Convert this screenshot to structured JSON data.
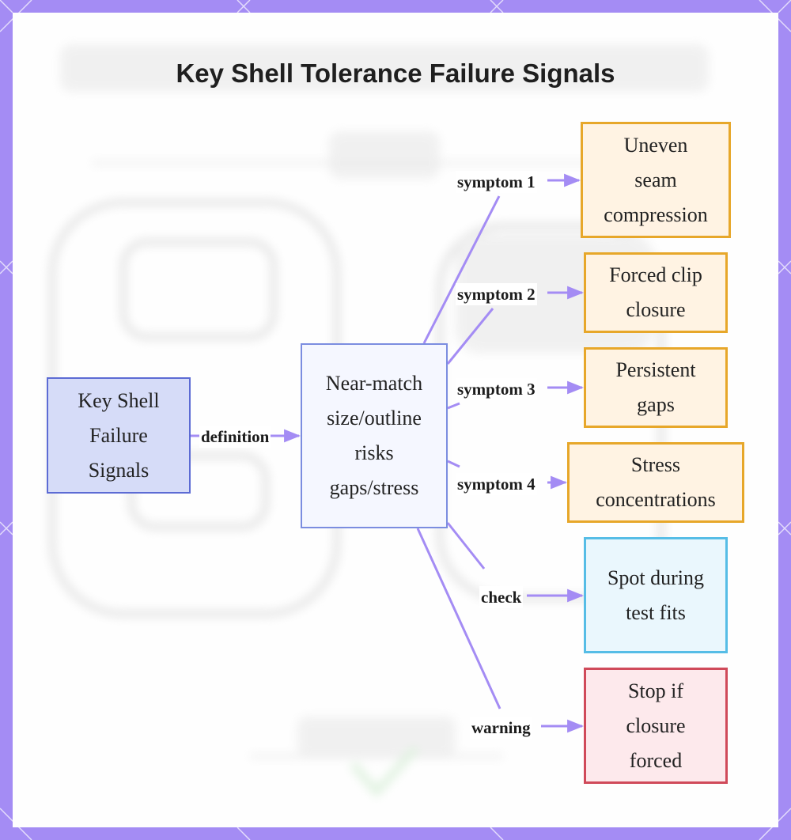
{
  "diagram": {
    "title": "Key Shell Tolerance Failure Signals",
    "colors": {
      "frame": "#a48cf4",
      "edge": "#a48cf4",
      "root_fill": "#d6dcf8",
      "root_border": "#5c6bd4",
      "symptom_fill": "#fff3e3",
      "symptom_border": "#e7a72a",
      "check_fill": "#eaf7fd",
      "check_border": "#56bde6",
      "warning_fill": "#fde9ec",
      "warning_border": "#d04a5a"
    },
    "nodes": {
      "root": {
        "lines": [
          "Key Shell",
          "Failure",
          "Signals"
        ]
      },
      "center": {
        "lines": [
          "Near-match",
          "size/outline",
          "risks",
          "gaps/stress"
        ]
      },
      "symptom1": {
        "lines": [
          "Uneven",
          "seam",
          "compression"
        ]
      },
      "symptom2": {
        "lines": [
          "Forced clip",
          "closure"
        ]
      },
      "symptom3": {
        "lines": [
          "Persistent",
          "gaps"
        ]
      },
      "symptom4": {
        "lines": [
          "Stress",
          "concentrations"
        ]
      },
      "check": {
        "lines": [
          "Spot during",
          "test fits"
        ]
      },
      "warning": {
        "lines": [
          "Stop if",
          "closure",
          "forced"
        ]
      }
    },
    "edges": {
      "definition": "definition",
      "symptom1": "symptom 1",
      "symptom2": "symptom 2",
      "symptom3": "symptom 3",
      "symptom4": "symptom 4",
      "check": "check",
      "warning": "warning"
    }
  }
}
